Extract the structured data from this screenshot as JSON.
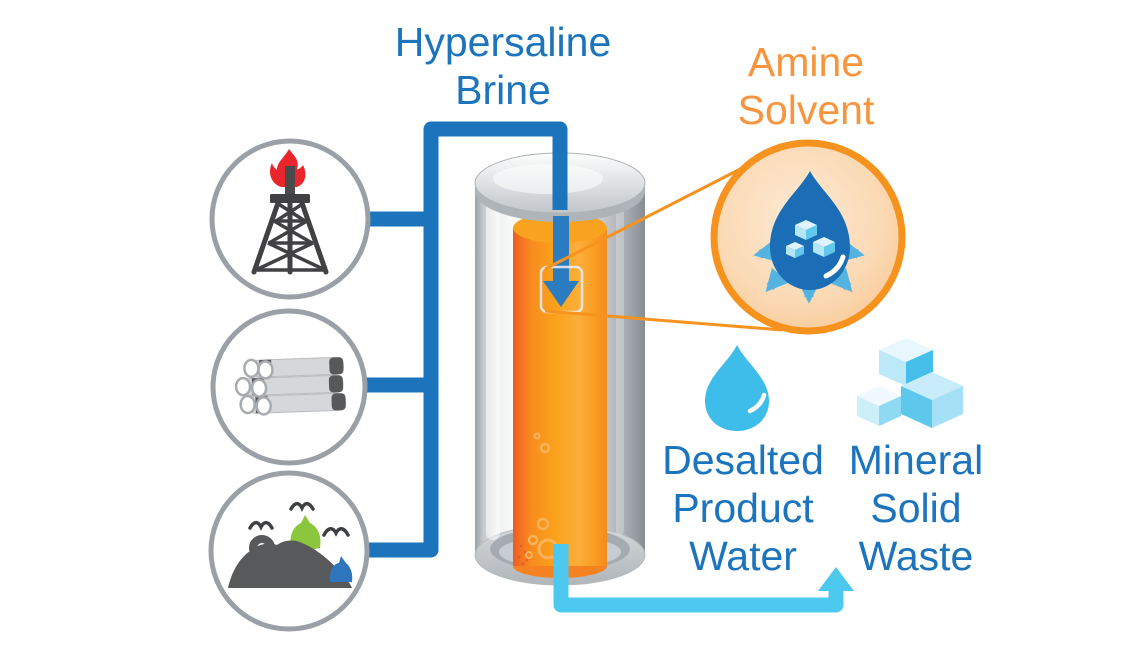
{
  "diagram": {
    "labels": {
      "hypersaline_brine": "Hypersaline\nBrine",
      "amine_solvent": "Amine\nSolvent",
      "desalted_product_water": "Desalted\nProduct\nWater",
      "mineral_solid_waste": "Mineral\nSolid\nWaste"
    },
    "icons": [
      "oil-derrick-flare-icon",
      "pipe-bundle-icon",
      "landfill-icon",
      "amine-solvent-drop-icon",
      "salt-cube-icon",
      "water-drop-icon",
      "mineral-cubes-icon",
      "brine-down-arrow",
      "product-out-arrow"
    ],
    "colors": {
      "brine_blue": "#1b74bc",
      "product_cyan": "#4dc8ee",
      "amine_orange_border": "#f6921e",
      "amine_orange_text": "#f7953e",
      "liquid_orange": "#f9a01b",
      "drop_dark_blue": "#1b6eb5",
      "cube_light_blue": "#57c1e9",
      "flame_red": "#e8262c",
      "trash_bag_green": "#8cc63f",
      "trash_bag_blue": "#2e75bb",
      "circle_outline_gray": "#9aa0a6"
    }
  }
}
